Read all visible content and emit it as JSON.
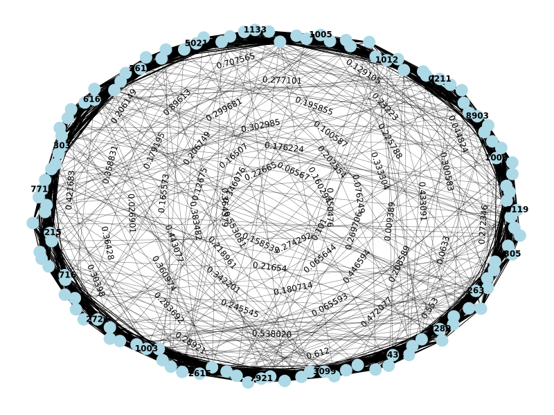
{
  "graph": {
    "node_color": "#add8e6",
    "edge_color": "#000000",
    "label_color": "#000000",
    "label_background": "#ffffff",
    "edge_weights": [
      "0.450476",
      "0.101",
      "0.274292",
      "0.158533",
      "0.553081",
      "0.364379",
      "0.346076",
      "0.22665",
      "0.06567",
      "0.160294",
      "0.269706",
      "0.065644",
      "0.21654",
      "0.218961",
      "0.383482",
      "0.12675",
      "0.16507",
      "0.176224",
      "0.202554",
      "0.076249",
      "0.446594",
      "0.180714",
      "0.342201",
      "0.443077",
      "0.165573",
      "0.206749",
      "0.302985",
      "0.100587",
      "0.333304",
      "0.009389",
      "0.065593",
      "0.245545",
      "0.360974",
      "0.026901",
      "0.179195",
      "0.299681",
      "0.195855",
      "0.225788",
      "0.433091",
      "0.208589",
      "0.538020",
      "0.283692",
      "0.36428",
      "0.358831",
      "0.89613",
      "0.277101",
      "0.23223",
      "0.300583",
      "0.0633",
      "0.472077",
      "0.28921",
      "0.30398",
      "0.421683",
      "0.206149",
      "0.707565",
      "0.129105",
      "0.044824",
      "0.272346",
      "0.553",
      "0.612"
    ],
    "node_ids": [
      "8119",
      "305",
      "263",
      "3289",
      "2433",
      "3099",
      "7921",
      "2615",
      "1003",
      "2721",
      "2716",
      "1215",
      "7717",
      "303",
      "6165",
      "2615",
      "5021",
      "1133",
      "1005",
      "1012",
      "0211",
      "8903",
      "1003"
    ]
  }
}
